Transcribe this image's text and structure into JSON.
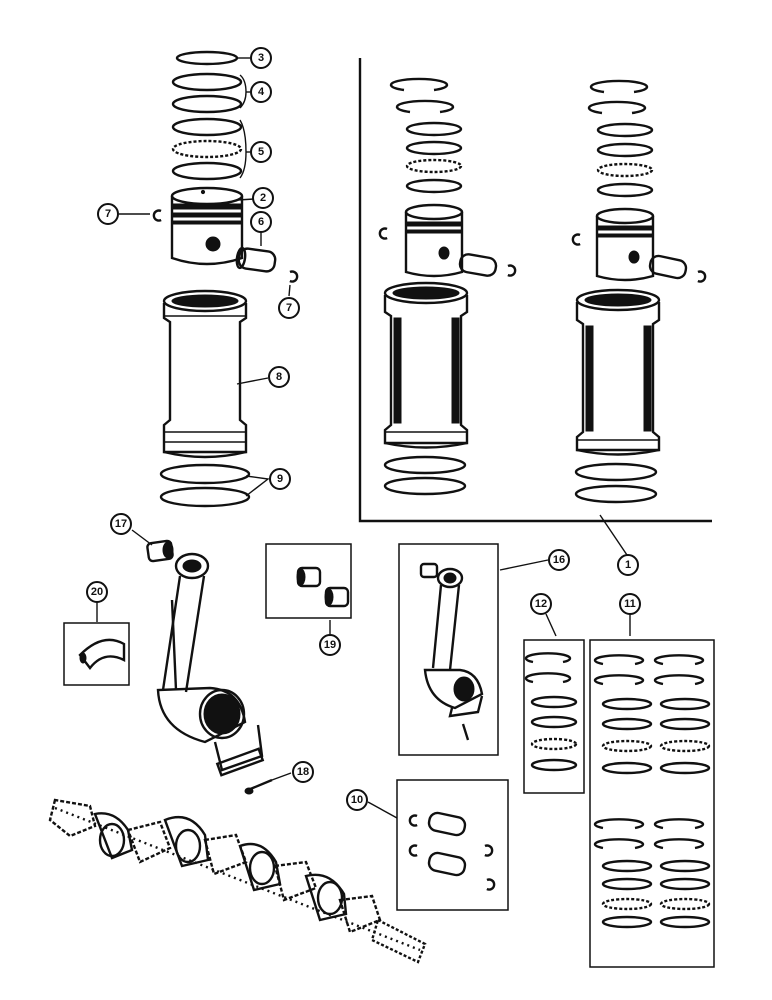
{
  "diagram": {
    "callouts": {
      "c1": "1",
      "c2": "2",
      "c3": "3",
      "c4": "4",
      "c5": "5",
      "c6": "6",
      "c7a": "7",
      "c7b": "7",
      "c8": "8",
      "c9": "9",
      "c10": "10",
      "c11": "11",
      "c12": "12",
      "c16": "16",
      "c17": "17",
      "c18": "18",
      "c19": "19",
      "c20": "20"
    }
  }
}
